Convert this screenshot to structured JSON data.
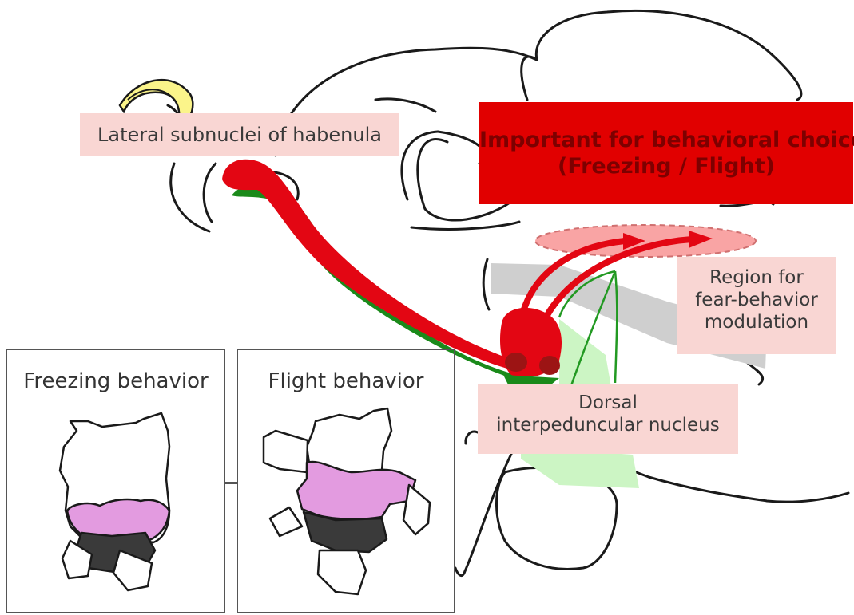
{
  "labels": {
    "habenula": "Lateral subnuclei of habenula",
    "choice_line1": "Important for behavioral choice",
    "choice_line2": "(Freezing / Flight)",
    "region_line1": "Region for",
    "region_line2": "fear-behavior",
    "region_line3": "modulation",
    "dorsal_line1": "Dorsal",
    "dorsal_line2": "interpeduncular nucleus"
  },
  "panels": {
    "freezing_title": "Freezing behavior",
    "flight_title": "Flight behavior"
  },
  "colors": {
    "red_pathway": "#e30613",
    "green_pathway": "#1a8a1a",
    "choice_box": "#e10000",
    "label_background": "#f9d6d3",
    "gray_band": "#cfcfcf",
    "light_green_region": "#ccf5c4",
    "shirt": "#e39be0"
  }
}
